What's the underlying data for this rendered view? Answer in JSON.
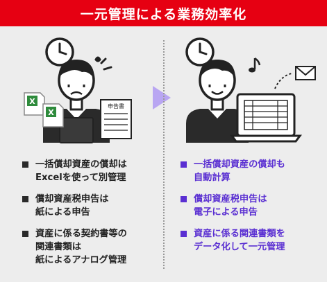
{
  "title": "一元管理による業務効率化",
  "colors": {
    "banner": "#e60012",
    "accent": "#5a2fd2",
    "dark": "#222222",
    "background": "#ededed",
    "arrow": "#b9a6f2"
  },
  "left": {
    "illustration": {
      "document_label": "申告書",
      "icons": [
        "clock-icon",
        "worried-person-icon",
        "excel-file-icon",
        "paper-document-icon",
        "stress-lines-icon"
      ]
    },
    "items": [
      {
        "text": "一括償却資産の償却は\nExcelを使って別管理"
      },
      {
        "text": "償却資産税申告は\n紙による申告"
      },
      {
        "text": "資産に係る契約書等の\n関連書類は\n紙によるアナログ管理"
      }
    ]
  },
  "right": {
    "illustration": {
      "icons": [
        "clock-icon",
        "happy-person-icon",
        "laptop-icon",
        "music-note-icon",
        "envelope-icon"
      ]
    },
    "items": [
      {
        "text": "一括償却資産の償却も\n自動計算"
      },
      {
        "text": "償却資産税申告は\n電子による申告"
      },
      {
        "text": "資産に係る関連書類を\nデータ化して一元管理"
      }
    ]
  }
}
